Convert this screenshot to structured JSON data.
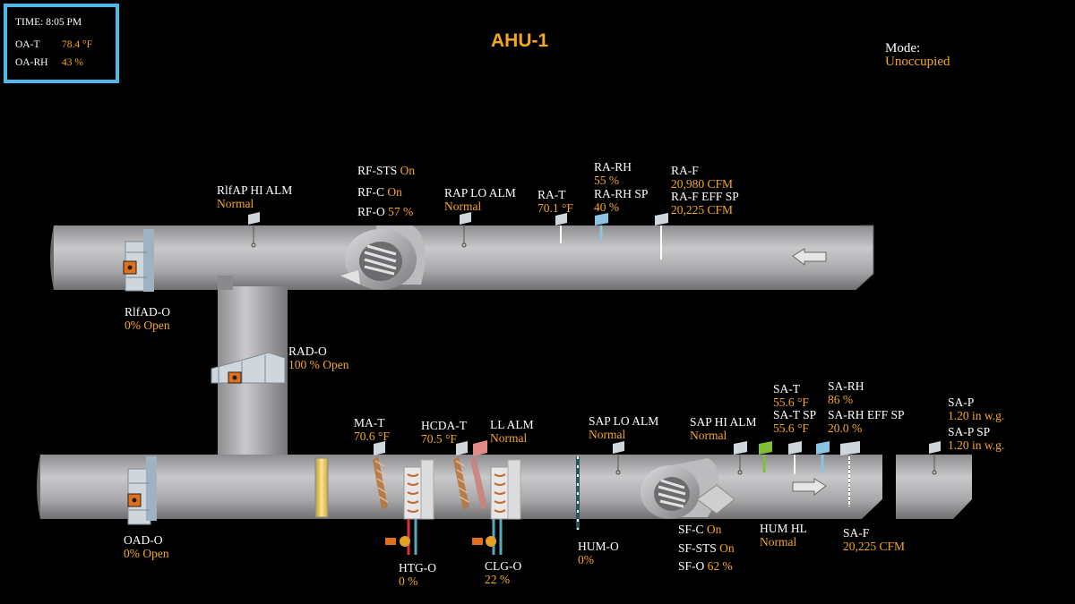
{
  "title": "AHU-1",
  "mode": {
    "label": "Mode:",
    "value": "Unoccupied"
  },
  "info_box": {
    "time_label": "TIME:",
    "time": "8:05 PM",
    "oat_label": "OA-T",
    "oat_value": "78.4 °F",
    "oarh_label": "OA-RH",
    "oarh_value": "43 %"
  },
  "points": {
    "rlfap_hi_alm": {
      "label": "RlfAP HI ALM",
      "value": "Normal"
    },
    "rf_sts": {
      "label": "RF-STS",
      "value": "On"
    },
    "rf_c": {
      "label": "RF-C",
      "value": "On"
    },
    "rf_o": {
      "label": "RF-O",
      "value": "57 %"
    },
    "rap_lo_alm": {
      "label": "RAP LO ALM",
      "value": "Normal"
    },
    "ra_t": {
      "label": "RA-T",
      "value": "70.1 °F"
    },
    "ra_rh": {
      "label": "RA-RH",
      "value": "55 %"
    },
    "ra_rh_sp": {
      "label": "RA-RH SP",
      "value": "40 %"
    },
    "ra_f": {
      "label": "RA-F",
      "value": "20,980 CFM"
    },
    "ra_f_eff_sp": {
      "label": "RA-F EFF SP",
      "value": "20,225 CFM"
    },
    "rlfad_o": {
      "label": "RlfAD-O",
      "value": "0% Open"
    },
    "rad_o": {
      "label": "RAD-O",
      "value": "100 % Open"
    },
    "ma_t": {
      "label": "MA-T",
      "value": "70.6 °F"
    },
    "hcda_t": {
      "label": "HCDA-T",
      "value": "70.5 °F"
    },
    "ll_alm": {
      "label": "LL ALM",
      "value": "Normal"
    },
    "sap_lo_alm": {
      "label": "SAP LO ALM",
      "value": "Normal"
    },
    "sap_hi_alm": {
      "label": "SAP HI ALM",
      "value": "Normal"
    },
    "sa_t": {
      "label": "SA-T",
      "value": "55.6 °F"
    },
    "sa_t_sp": {
      "label": "SA-T SP",
      "value": "55.6 °F"
    },
    "sa_rh": {
      "label": "SA-RH",
      "value": "86 %"
    },
    "sa_rh_eff_sp": {
      "label": "SA-RH EFF SP",
      "value": "20.0 %"
    },
    "sa_p": {
      "label": "SA-P",
      "value": "1.20 in w.g."
    },
    "sa_p_sp": {
      "label": "SA-P SP",
      "value": "1.20 in w.g."
    },
    "oad_o": {
      "label": "OAD-O",
      "value": "0% Open"
    },
    "htg_o": {
      "label": "HTG-O",
      "value": "0 %"
    },
    "clg_o": {
      "label": "CLG-O",
      "value": "22 %"
    },
    "hum_o": {
      "label": "HUM-O",
      "value": "0%"
    },
    "sf_c": {
      "label": "SF-C",
      "value": "On"
    },
    "sf_sts": {
      "label": "SF-STS",
      "value": "On"
    },
    "sf_o": {
      "label": "SF-O",
      "value": "62 %"
    },
    "hum_hl": {
      "label": "HUM HL",
      "value": "Normal"
    },
    "sa_f": {
      "label": "SA-F",
      "value": "20,225 CFM"
    }
  },
  "colors": {
    "label_text": "#ffffff",
    "value_text": "#f5a623",
    "info_box_border": "#4db8e8",
    "duct": "#a8a8aa",
    "background": "#000000"
  }
}
